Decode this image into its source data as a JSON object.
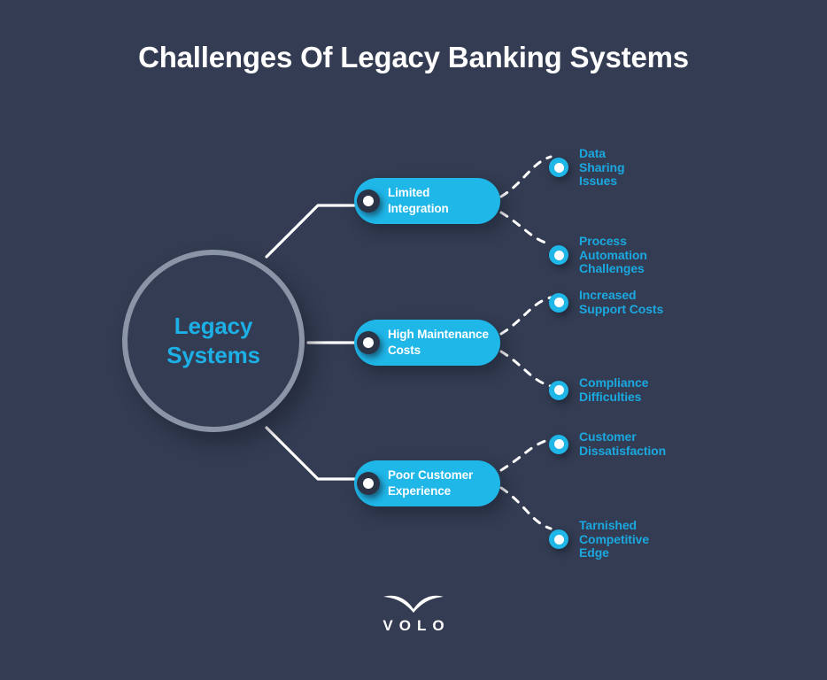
{
  "page": {
    "title": "Challenges Of Legacy Banking Systems",
    "background_color": "#333c52",
    "accent_color": "#1fb6e8",
    "text_color": "#ffffff",
    "leaf_text_color": "#1ba8e0",
    "hub_ring_color": "#8a95a7"
  },
  "hub": {
    "label": "Legacy\nSystems",
    "line1": "Legacy",
    "line2": "Systems"
  },
  "branches": [
    {
      "label": "Limited Integration",
      "leaves": [
        {
          "label": "Data\nSharing\nIssues"
        },
        {
          "label": "Process\nAutomation\nChallenges"
        }
      ]
    },
    {
      "label": "High Maintenance Costs",
      "leaves": [
        {
          "label": "Increased\nSupport Costs"
        },
        {
          "label": "Compliance\nDifficulties"
        }
      ]
    },
    {
      "label": "Poor Customer Experience",
      "leaves": [
        {
          "label": "Customer\nDissatisfaction"
        },
        {
          "label": "Tarnished\nCompetitive\nEdge"
        }
      ]
    }
  ],
  "footer": {
    "logo_text": "VOLO",
    "logo_mark": "bird-swoosh-icon"
  }
}
